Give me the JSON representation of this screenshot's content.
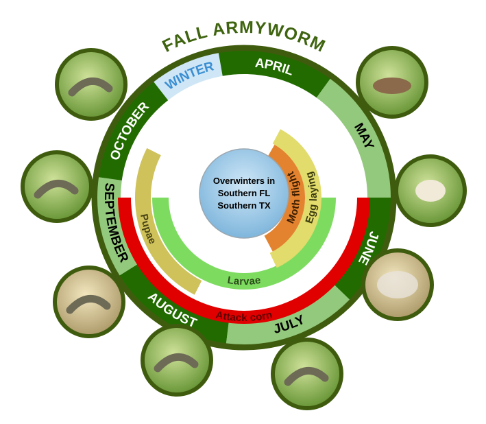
{
  "title": "FALL ARMYWORM",
  "center": {
    "line1": "Overwinters in",
    "line2": "Southern FL",
    "line3": "Southern TX"
  },
  "months": {
    "winter": "WINTER",
    "april": "APRIL",
    "may": "MAY",
    "june": "JUNE",
    "july": "JULY",
    "august": "AUGUST",
    "september": "SEPTEMBER",
    "october": "OCTOBER"
  },
  "stages": {
    "attack": "Attack corn",
    "larvae": "Larvae",
    "pupae": "Pupae",
    "moth": "Moth flight",
    "egg": "Egg laying"
  },
  "colors": {
    "border": "#3f5c0e",
    "dark_green": "#226b00",
    "light_green": "#93c97c",
    "winter": "#cfe6f6",
    "winter_text": "#3b8fd2",
    "attack": "#e00000",
    "larvae": "#7ddc60",
    "pupae": "#cfc25b",
    "moth": "#e3832f",
    "egg": "#e1dc6b"
  }
}
